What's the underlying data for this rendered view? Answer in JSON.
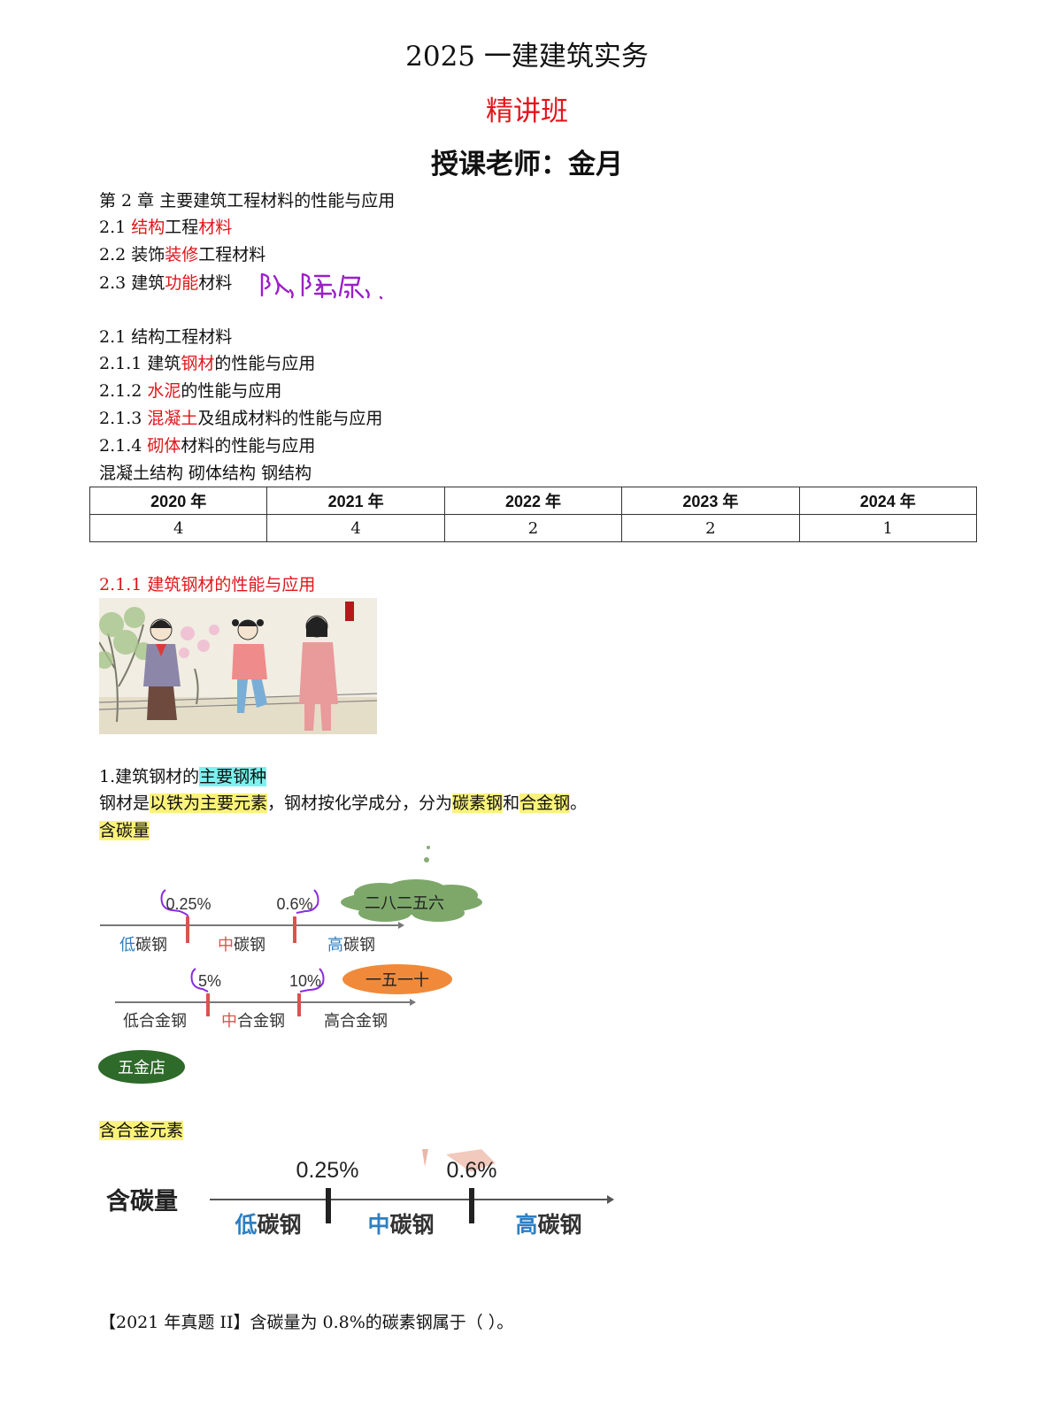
{
  "header": {
    "title": "2025 一建建筑实务",
    "subtitle": "精讲班",
    "teacher": "授课老师：金月"
  },
  "outline": {
    "chapter": "第 2 章  主要建筑工程材料的性能与应用",
    "items": [
      {
        "num": "2.1 ",
        "pre": "",
        "hl": "结构",
        "mid": "工程",
        "hl2": "材料",
        "post": ""
      },
      {
        "num": "2.2 ",
        "pre": "装饰",
        "hl": "装修",
        "mid": "工程材料",
        "hl2": "",
        "post": ""
      },
      {
        "num": "2.3 ",
        "pre": "建筑",
        "hl": "功能",
        "mid": "材料",
        "hl2": "",
        "post": ""
      }
    ],
    "handwriting": "防、隔、保、"
  },
  "section": {
    "heading": "2.1  结构工程材料",
    "items": [
      {
        "num": "2.1.1  ",
        "pre": "建筑",
        "hl": "钢材",
        "post": "的性能与应用"
      },
      {
        "num": "2.1.2  ",
        "pre": "",
        "hl": "水泥",
        "post": "的性能与应用"
      },
      {
        "num": "2.1.3  ",
        "pre": "",
        "hl": "混凝土",
        "post": "及组成材料的性能与应用"
      },
      {
        "num": "2.1.4  ",
        "pre": "",
        "hl": "砌体",
        "post": "材料的性能与应用"
      }
    ],
    "structures": "混凝土结构  砌体结构  钢结构"
  },
  "exam_table": {
    "years": [
      "2020 年",
      "2021 年",
      "2022 年",
      "2023 年",
      "2024 年"
    ],
    "counts": [
      "4",
      "4",
      "2",
      "2",
      "1"
    ]
  },
  "steel": {
    "heading": "2.1.1  建筑钢材的性能与应用",
    "point1_pre": "1.建筑钢材的",
    "point1_hl": "主要钢种",
    "def_pre": "钢材是",
    "def_hl1": "以铁为主要元素",
    "def_mid": "，钢材按化学成分，分为",
    "def_hl2": "碳素钢",
    "def_and": "和",
    "def_hl3": "合金钢",
    "def_end": "。",
    "carbon_label": "含碳量",
    "alloy_label": "含合金元素"
  },
  "diagram1": {
    "marks": [
      "0.25%",
      "0.6%"
    ],
    "zones": [
      {
        "first": "低",
        "rest": "碳钢",
        "color": "#2f7fc1"
      },
      {
        "first": "中",
        "rest": "碳钢",
        "color": "#d9534f"
      },
      {
        "first": "高",
        "rest": "碳钢",
        "color": "#2f7fc1"
      }
    ],
    "cloud": "二八二五六"
  },
  "diagram2": {
    "marks": [
      "5%",
      "10%"
    ],
    "zones": [
      {
        "first": "低",
        "rest": "合金钢",
        "color": "#333333"
      },
      {
        "first": "中",
        "rest": "合金钢",
        "color": "#d9534f"
      },
      {
        "first": "高",
        "rest": "合金钢",
        "color": "#333333"
      }
    ],
    "oval": "一五一十",
    "badge": "五金店"
  },
  "diagram3": {
    "label": "含碳量",
    "marks": [
      "0.25%",
      "0.6%"
    ],
    "zones": [
      {
        "first": "低",
        "rest": "碳钢",
        "color": "#2f7fc1"
      },
      {
        "first": "中",
        "rest": "碳钢",
        "color": "#2f7fc1"
      },
      {
        "first": "高",
        "rest": "碳钢",
        "color": "#2f7fc1"
      }
    ]
  },
  "question": "【2021 年真题 II】含碳量为 0.8%的碳素钢属于（      ）。",
  "colors": {
    "accent_red": "#e0161b",
    "highlight_yellow": "#fbf27a",
    "highlight_cyan": "#7ef0ee",
    "bracket_purple": "#8a2be2"
  }
}
